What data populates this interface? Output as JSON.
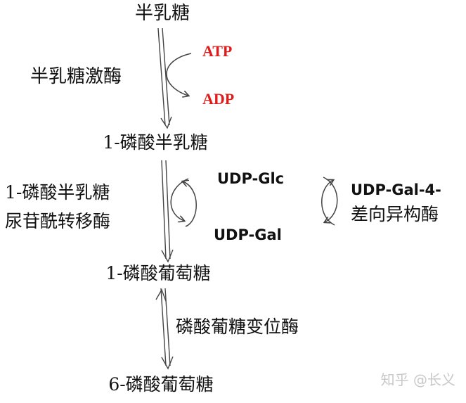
{
  "metabolites": {
    "galactose": "半乳糖",
    "gal1p": "1-磷酸半乳糖",
    "glc1p": "1-磷酸葡萄糖",
    "glc6p": "6-磷酸葡萄糖"
  },
  "enzymes": {
    "galactokinase": "半乳糖激酶",
    "galt_line1": "1-磷酸半乳糖",
    "galt_line2": "尿苷酰转移酶",
    "gale_line1": "UDP-Gal-4-",
    "gale_line2": "差向异构酶",
    "pgm": "磷酸葡糖变位酶"
  },
  "cofactors": {
    "atp": "ATP",
    "adp": "ADP",
    "udp_glc": "UDP-Glc",
    "udp_gal": "UDP-Gal"
  },
  "watermark": "知乎 @长义",
  "colors": {
    "cofactor_red": "#e21a1a",
    "text": "#111111",
    "arrow": "#444444",
    "watermark": "#c8c8c8"
  }
}
